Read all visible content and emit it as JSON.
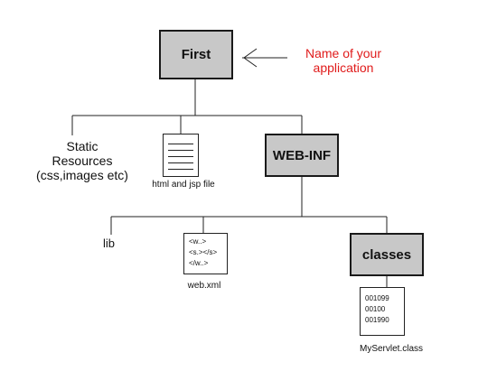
{
  "nodes": {
    "root": "First",
    "webinf": "WEB-INF",
    "classes": "classes"
  },
  "annotation": {
    "line1": "Name of your",
    "line2": "application"
  },
  "static_resources": {
    "line1": "Static",
    "line2": "Resources",
    "line3": "(css,images etc)"
  },
  "html_jsp": {
    "caption": "html and jsp file"
  },
  "lib": {
    "label": "lib"
  },
  "webxml": {
    "line1": "<w..>",
    "line2": "<s.></s>",
    "line3": "</w..>",
    "caption": "web.xml"
  },
  "servlet": {
    "line1": "001099",
    "line2": "00100",
    "line3": "001990",
    "caption": "MyServlet.class"
  }
}
